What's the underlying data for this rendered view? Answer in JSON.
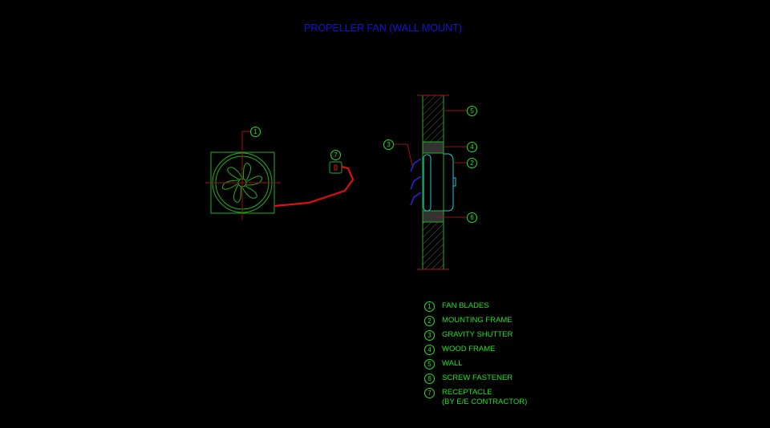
{
  "title": "PROPELLER FAN (WALL MOUNT)",
  "callouts": [
    "1",
    "2",
    "3",
    "4",
    "5",
    "6",
    "7"
  ],
  "legend": [
    {
      "num": "1",
      "label": "FAN BLADES"
    },
    {
      "num": "2",
      "label": "MOUNTING FRAME"
    },
    {
      "num": "3",
      "label": "GRAVITY SHUTTER"
    },
    {
      "num": "4",
      "label": "WOOD FRAME"
    },
    {
      "num": "5",
      "label": "WALL"
    },
    {
      "num": "6",
      "label": "SCREW FASTENER"
    },
    {
      "num": "7",
      "label": "RECEPTACLE",
      "sub": "(BY E/E CONTRACTOR)"
    }
  ],
  "colors": {
    "green": "#22e022",
    "red": "#e01010",
    "blue": "#1414d8",
    "cyan": "#20c8d8"
  }
}
